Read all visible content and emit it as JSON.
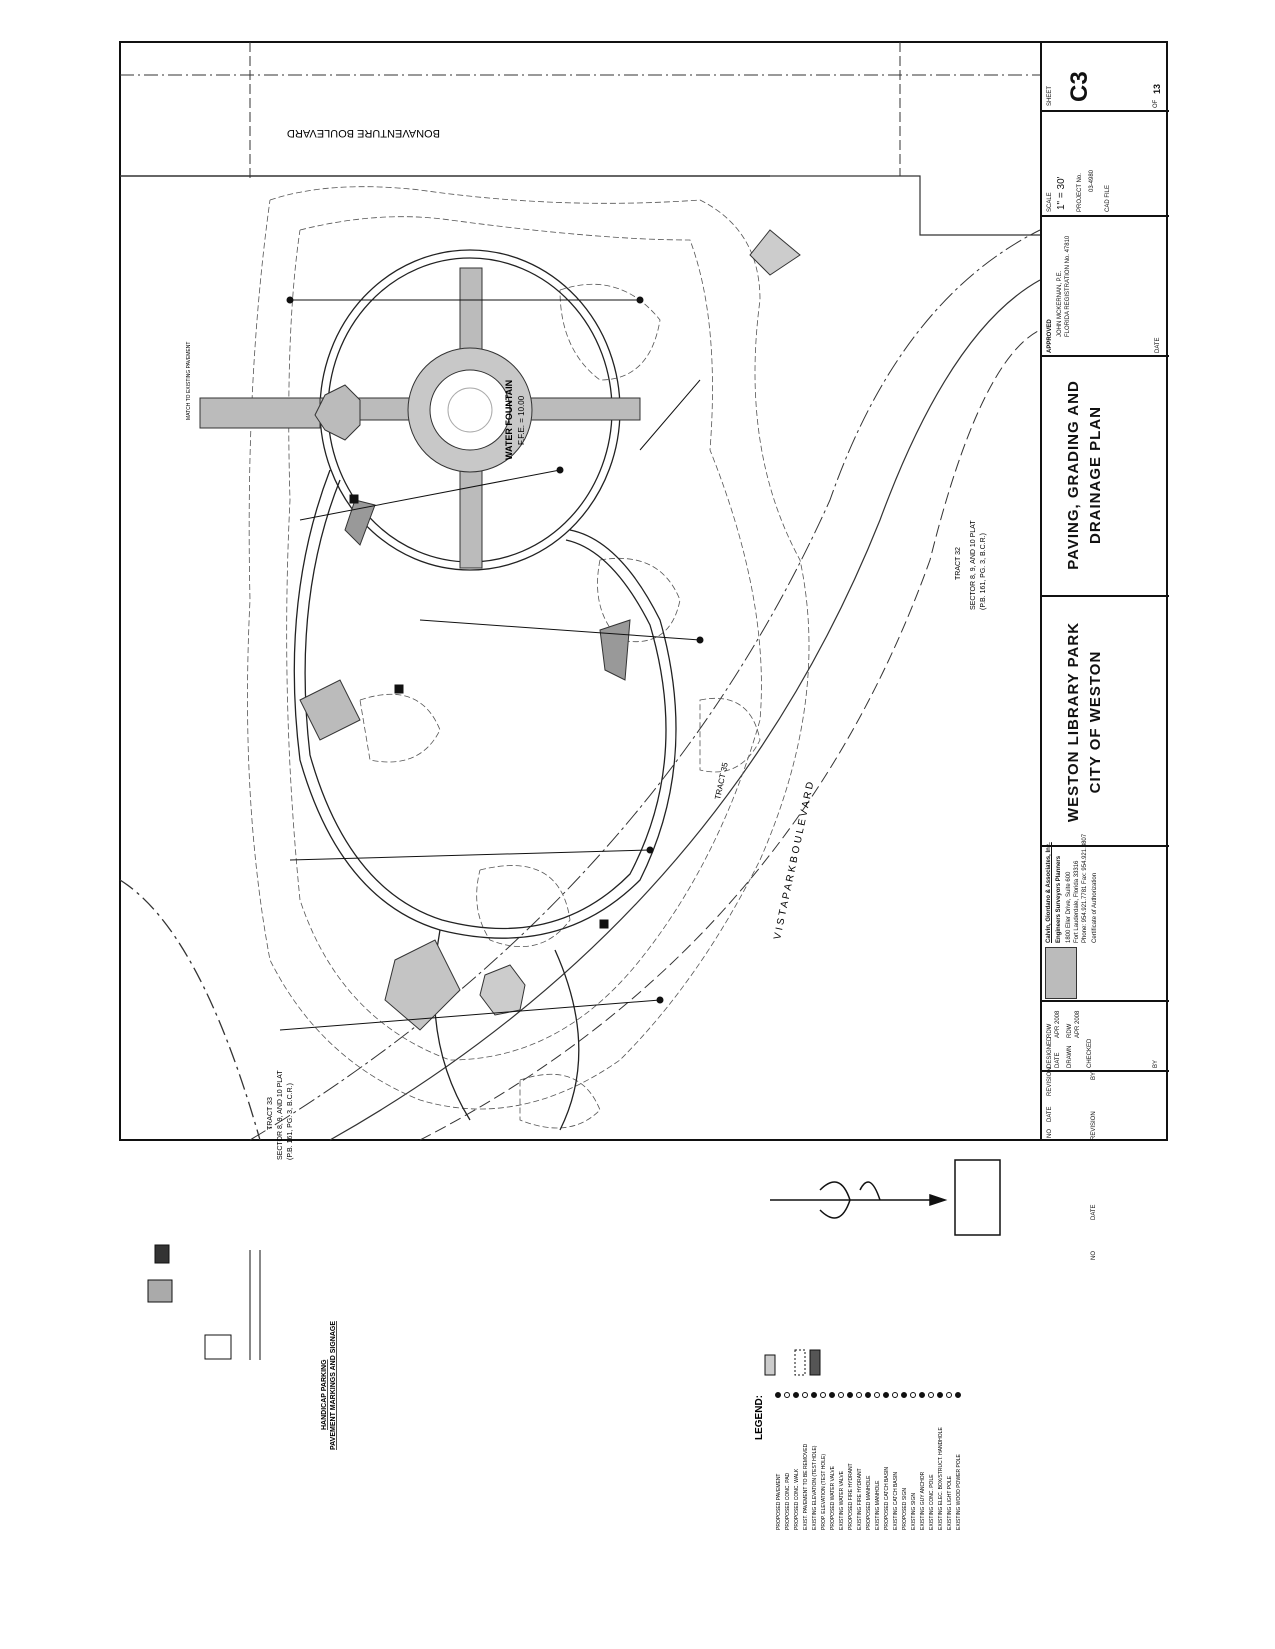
{
  "sheet": {
    "project_name": "WESTON LIBRARY PARK",
    "client": "CITY OF WESTON",
    "plan_title_line1": "PAVING, GRADING AND",
    "plan_title_line2": "DRAINAGE PLAN",
    "sheet_label": "SHEET",
    "sheet_number": "C3",
    "of_label": "OF",
    "total_sheets": "13",
    "scale_label": "SCALE",
    "scale": "1\" = 30'",
    "project_no_label": "PROJECT No.",
    "project_no": "03-4980",
    "cad_file_label": "CAD FILE",
    "approved_label": "APPROVED",
    "approved_by": "JOHN MCKERNAN, P.E.",
    "registration": "FLORIDA REGISTRATION No. 47810",
    "date_label": "DATE"
  },
  "firm": {
    "name": "Calvin, Giordano & Associates, Inc.",
    "disciplines": "Engineers Surveyors Planners",
    "address1": "1800 Eller Drive, Suite 600",
    "address2": "Fort Lauderdale, Florida 33316",
    "phone": "Phone: 954.921.7781 Fax: 954.921.8807",
    "certificate": "Certificate of Authorization"
  },
  "design_block": {
    "designed_label": "DESIGNED",
    "designed_by": "RDW",
    "drawn_label": "DRAWN",
    "drawn_by": "RDW",
    "checked_label": "CHECKED",
    "date_label": "DATE",
    "designed_date": "APR 2008",
    "drawn_date": "APR 2008",
    "by_label": "BY"
  },
  "revisions": {
    "headers": [
      "NO",
      "DATE",
      "REVISION",
      "BY",
      "NO",
      "DATE",
      "REVISION"
    ]
  },
  "plan_labels": {
    "bonaventure": "BONAVENTURE BOULEVARD",
    "vista_park": "V I S T A   P A R K   B O U L E V A R D",
    "tract35": "TRACT 35",
    "water_fountain": "WATER FOUNTAIN",
    "ffe": "F.F.E. = 10.00",
    "tract32_a": "TRACT 32",
    "tract32_b": "SECTOR 8, 9, AND 10 PLAT",
    "tract32_c": "(P.B. 161, PG. 3, B.C.R.)",
    "tract33_a": "TRACT 33",
    "tract33_b": "SECTOR 8, 9, AND 10 PLAT",
    "tract33_c": "(P.B. 161, PG. 3, B.C.R.)",
    "match_existing": "MATCH TO EXISTING PAVEMENT"
  },
  "legend": {
    "title": "LEGEND:",
    "items": [
      "PROPOSED PAVEMENT",
      "PROPOSED CONC. PAD",
      "PROPOSED CONC. WALK",
      "EXIST. PAVEMENT TO BE REMOVED",
      "EXISTING ELEVATION (TEST HOLE)",
      "PROP. ELEVATION (TEST HOLE)",
      "PROPOSED WATER VALVE",
      "EXISTING WATER VALVE",
      "PROPOSED FIRE HYDRANT",
      "EXISTING FIRE HYDRANT",
      "PROPOSED MANHOLE",
      "EXISTING MANHOLE",
      "PROPOSED CATCH BASIN",
      "EXISTING CATCH BASIN",
      "PROPOSED SIGN",
      "EXISTING SIGN",
      "EXISTING GUY ANCHOR",
      "EXISTING CONC. POLE",
      "EXISTING ELEC. BOX/STRUCT. HANDHOLE",
      "EXISTING LIGHT POLE",
      "EXISTING WOOD POWER POLE"
    ]
  },
  "detail": {
    "title1": "HANDICAP PARKING",
    "title2": "PAVEMENT MARKINGS AND SIGNAGE"
  }
}
